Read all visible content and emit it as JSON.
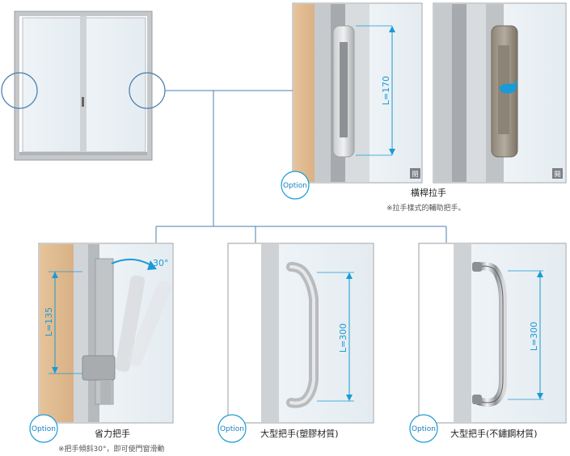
{
  "option_label": "Option",
  "products": {
    "top_handle": {
      "name": "橫桿拉手",
      "note": "※拉手樣式的輔助把手。",
      "dimension": "L=170",
      "badge_closed": "閉",
      "badge_open": "開"
    },
    "lever_handle": {
      "name": "省力把手",
      "note": "※把手傾斜30°，即可使門窗滑動",
      "dimension": "L=135",
      "angle": "30°"
    },
    "plastic_handle": {
      "name": "大型把手(塑膠材質)",
      "dimension": "L=300"
    },
    "steel_handle": {
      "name": "大型把手(不鏽鋼材質)",
      "dimension": "L=300"
    }
  },
  "colors": {
    "accent": "#1a9ad6",
    "line": "#4a7fb0",
    "frame": "#b8bcc0"
  }
}
